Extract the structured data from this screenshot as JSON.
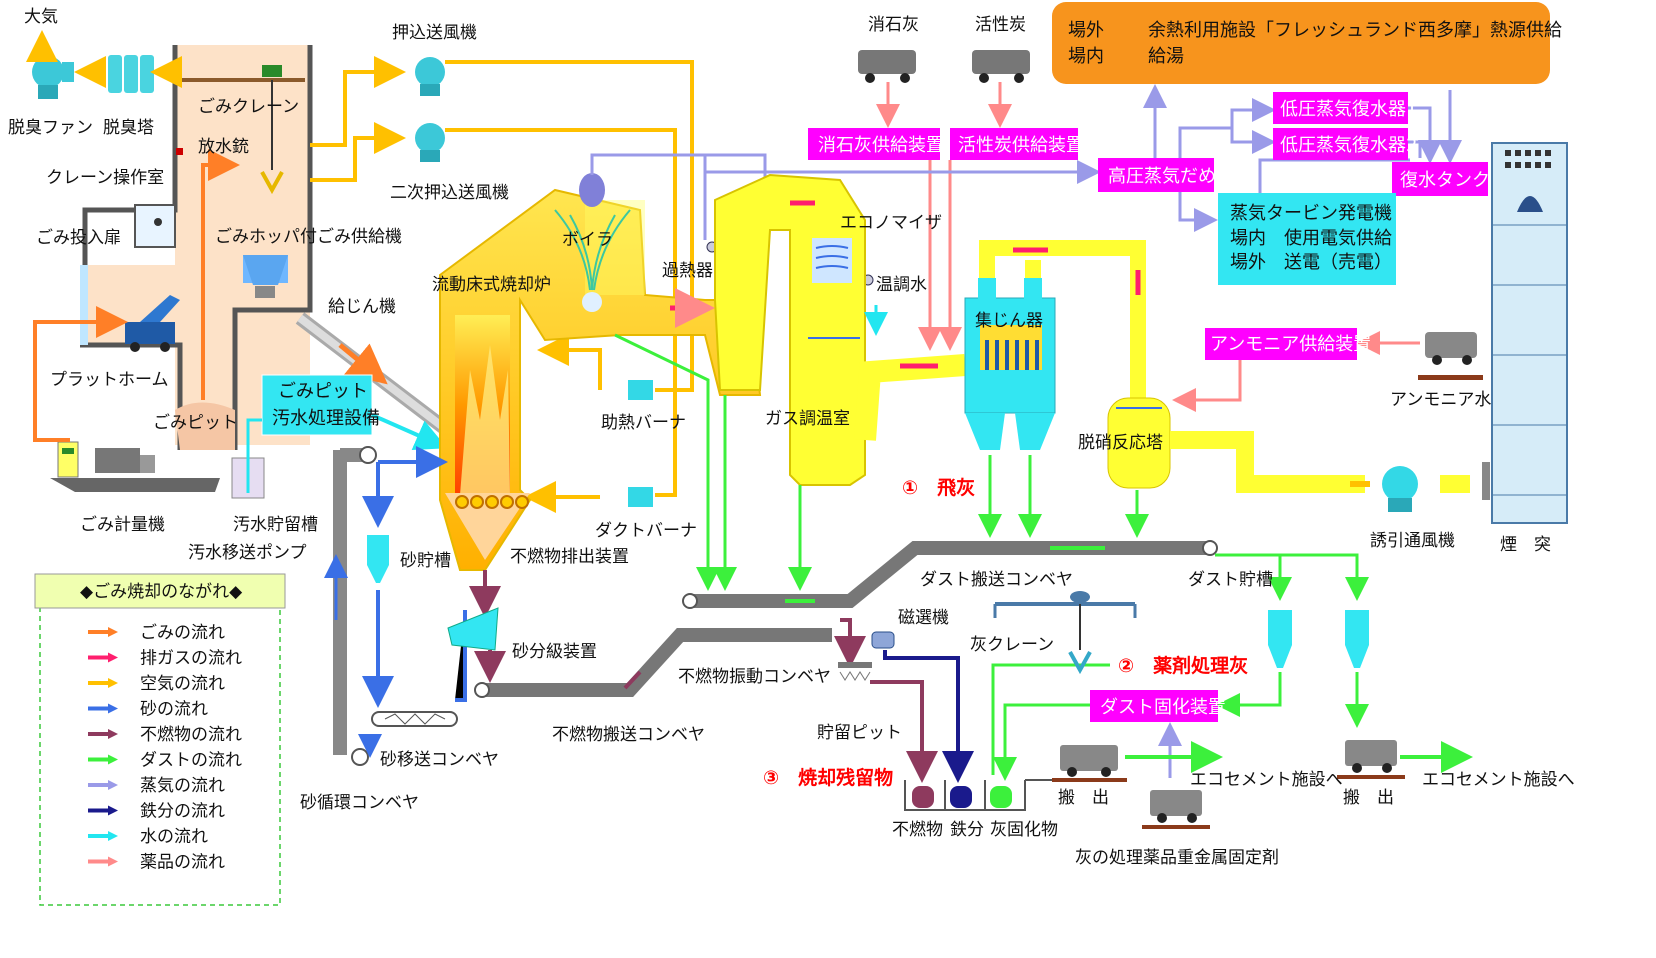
{
  "colors": {
    "garbage": "#ff7f27",
    "exhaust": "#ff1f6e",
    "air": "#ffc000",
    "sand": "#3a6fe6",
    "incombustible": "#8e3a5e",
    "dust": "#3cf03c",
    "steam": "#9a9ae8",
    "iron": "#1a1a8c",
    "water": "#22e6f0",
    "chemical": "#ff8a8a",
    "magenta_box": "#ff00ff",
    "cyan_box": "#33e6f2",
    "orange_box": "#f7941d",
    "furnace_yellow": "#ffff33"
  },
  "labels": {
    "taiki": "大気",
    "deodor_fan": "脱臭ファン",
    "deodor_tower": "脱臭塔",
    "gomi_crane": "ごみクレーン",
    "housuijuu": "放水銃",
    "crane_room": "クレーン操作室",
    "gomi_door": "ごみ投入扉",
    "hopper_feeder": "ごみホッパ付ごみ供給機",
    "platform": "プラットホーム",
    "gomi_pit": "ごみピット",
    "weigh": "ごみ計量機",
    "sewage_tank": "汚水貯留槽",
    "sewage_pump": "汚水移送ポンプ",
    "pit_line1": "ごみピット",
    "pit_line2": "汚水処理設備",
    "push_fan": "押込送風機",
    "sec_push_fan": "二次押込送風機",
    "kyujinki": "給じん機",
    "furnace": "流動床式焼却炉",
    "boiler": "ボイラ",
    "superheater": "過熱器",
    "aux_burner": "助熱バーナ",
    "duct_burner": "ダクトバーナ",
    "incomb_discharge": "不燃物排出装置",
    "sand_tank": "砂貯槽",
    "sand_classifier": "砂分級装置",
    "sand_conveyor": "砂移送コンベヤ",
    "sand_circ": "砂循環コンベヤ",
    "incomb_vib": "不燃物振動コンベヤ",
    "incomb_conv": "不燃物搬送コンベヤ",
    "magnet": "磁選機",
    "storage_pit": "貯留ピット",
    "lime": "消石灰",
    "carbon": "活性炭",
    "lime_feed": "消石灰供給装置",
    "carbon_feed": "活性炭供給装置",
    "economizer": "エコノマイザ",
    "temp_water": "温調水",
    "gas_cool": "ガス調温室",
    "dust_coll": "集じん器",
    "denox": "脱硝反応塔",
    "ammonia_feed": "アンモニア供給装置",
    "ammonia_water": "アンモニア水",
    "induced_fan": "誘引通風機",
    "stack": "煙　突",
    "hp_steam": "高圧蒸気だめ",
    "lp_cond1": "低圧蒸気復水器1",
    "lp_cond2": "低圧蒸気復水器2",
    "cond_tank": "復水タンク",
    "turbine_l1": "蒸気タービン発電機",
    "turbine_l2": "場内　使用電気供給",
    "turbine_l3": "場外　送電（売電）",
    "heat_l1a": "場外",
    "heat_l1b": "余熱利用施設「フレッシュランド西多摩」熱源供給",
    "heat_l2a": "場内",
    "heat_l2b": "給湯",
    "fly_ash": "①　飛灰",
    "chem_ash": "②　薬剤処理灰",
    "residue": "③　焼却残留物",
    "dust_conv": "ダスト搬送コンベヤ",
    "dust_tank": "ダスト貯槽",
    "ash_crane": "灰クレーン",
    "dust_solid": "ダスト固化装置",
    "ecocement1": "エコセメント施設へ",
    "ecocement2": "エコセメント施設へ",
    "carry_out1": "搬　出",
    "carry_out2": "搬　出",
    "bin_incomb": "不燃物",
    "bin_iron": "鉄分",
    "bin_ash": "灰固化物",
    "heavy_metal": "灰の処理薬品重金属固定剤"
  },
  "legend": {
    "title": "◆ごみ焼却のながれ◆",
    "items": [
      {
        "label": "ごみの流れ",
        "color": "#ff7f27"
      },
      {
        "label": "排ガスの流れ",
        "color": "#ff1f6e"
      },
      {
        "label": "空気の流れ",
        "color": "#ffc000"
      },
      {
        "label": "砂の流れ",
        "color": "#3a6fe6"
      },
      {
        "label": "不燃物の流れ",
        "color": "#8e3a5e"
      },
      {
        "label": "ダストの流れ",
        "color": "#3cf03c"
      },
      {
        "label": "蒸気の流れ",
        "color": "#9a9ae8"
      },
      {
        "label": "鉄分の流れ",
        "color": "#1a1a8c"
      },
      {
        "label": "水の流れ",
        "color": "#22e6f0"
      },
      {
        "label": "薬品の流れ",
        "color": "#ff8a8a"
      }
    ]
  }
}
